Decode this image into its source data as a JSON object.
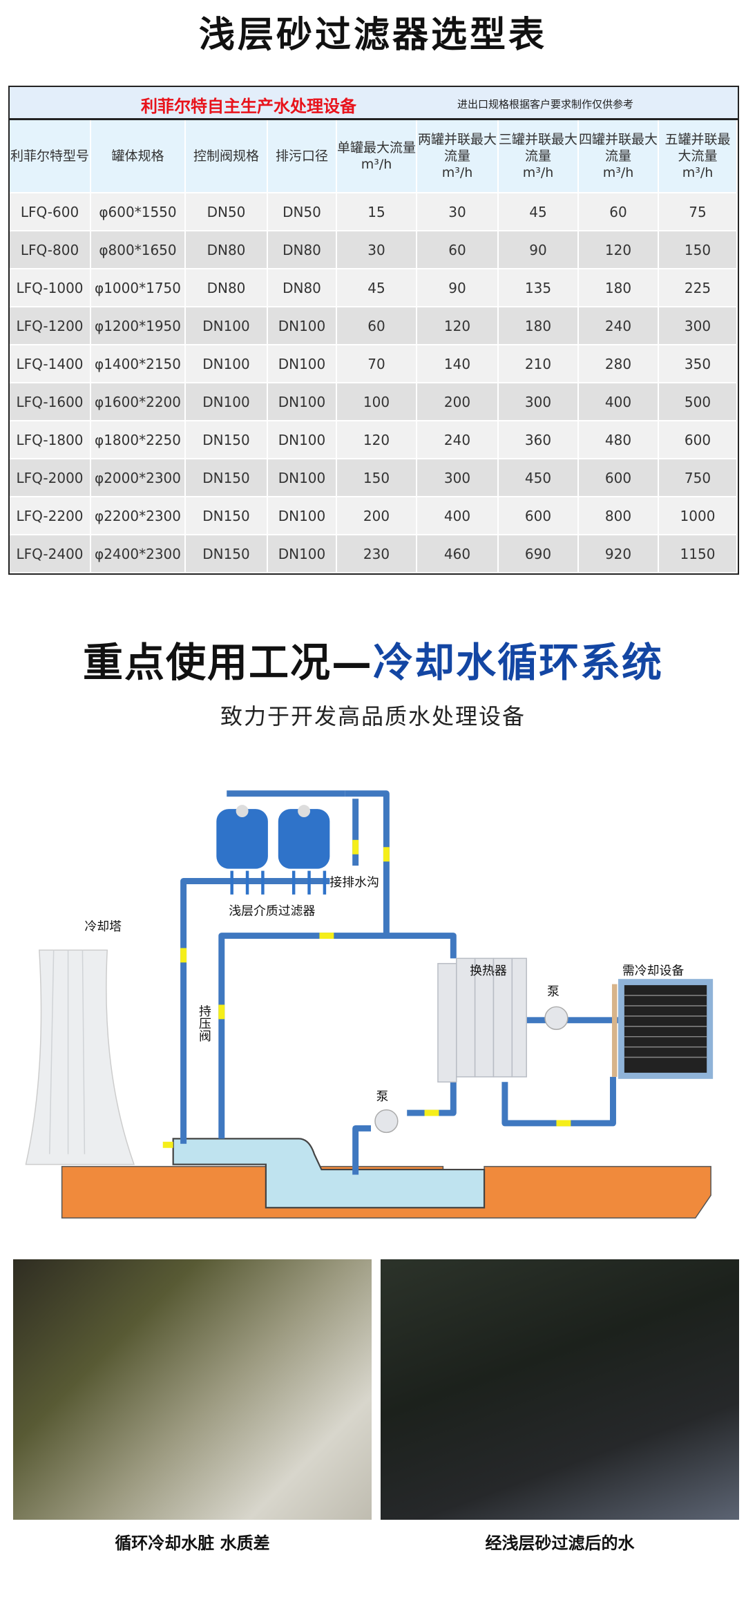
{
  "title": "浅层砂过滤器选型表",
  "table": {
    "brand": "利菲尔特自主生产水处理设备",
    "note": "进出口规格根据客户要求制作仅供参考",
    "headers": [
      "利菲尔特型号",
      "罐体规格",
      "控制阀规格",
      "排污口径",
      "单罐最大流量",
      "两罐并联最大流量",
      "三罐并联最大流量",
      "四罐并联最大流量",
      "五罐并联最大流量"
    ],
    "unit": "m³/h",
    "rows": [
      [
        "LFQ-600",
        "φ600*1550",
        "DN50",
        "DN50",
        "15",
        "30",
        "45",
        "60",
        "75"
      ],
      [
        "LFQ-800",
        "φ800*1650",
        "DN80",
        "DN80",
        "30",
        "60",
        "90",
        "120",
        "150"
      ],
      [
        "LFQ-1000",
        "φ1000*1750",
        "DN80",
        "DN80",
        "45",
        "90",
        "135",
        "180",
        "225"
      ],
      [
        "LFQ-1200",
        "φ1200*1950",
        "DN100",
        "DN100",
        "60",
        "120",
        "180",
        "240",
        "300"
      ],
      [
        "LFQ-1400",
        "φ1400*2150",
        "DN100",
        "DN100",
        "70",
        "140",
        "210",
        "280",
        "350"
      ],
      [
        "LFQ-1600",
        "φ1600*2200",
        "DN100",
        "DN100",
        "100",
        "200",
        "300",
        "400",
        "500"
      ],
      [
        "LFQ-1800",
        "φ1800*2250",
        "DN150",
        "DN100",
        "120",
        "240",
        "360",
        "480",
        "600"
      ],
      [
        "LFQ-2000",
        "φ2000*2300",
        "DN150",
        "DN100",
        "150",
        "300",
        "450",
        "600",
        "750"
      ],
      [
        "LFQ-2200",
        "φ2200*2300",
        "DN150",
        "DN100",
        "200",
        "400",
        "600",
        "800",
        "1000"
      ],
      [
        "LFQ-2400",
        "φ2400*2300",
        "DN150",
        "DN100",
        "230",
        "460",
        "690",
        "920",
        "1150"
      ]
    ]
  },
  "section2": {
    "title_a": "重点使用工况—",
    "title_b": "冷却水循环系统",
    "subtitle": "致力于开发高品质水处理设备"
  },
  "diagram": {
    "cooling_tower": "冷却塔",
    "filter": "浅层介质过滤器",
    "drain": "接排水沟",
    "valve": "持压阀",
    "heat_exchanger": "换热器",
    "pump": "泵",
    "equipment": "需冷却设备"
  },
  "photos": {
    "left_caption": "循环冷却水脏 水质差",
    "right_caption": "经浅层砂过滤后的水"
  }
}
